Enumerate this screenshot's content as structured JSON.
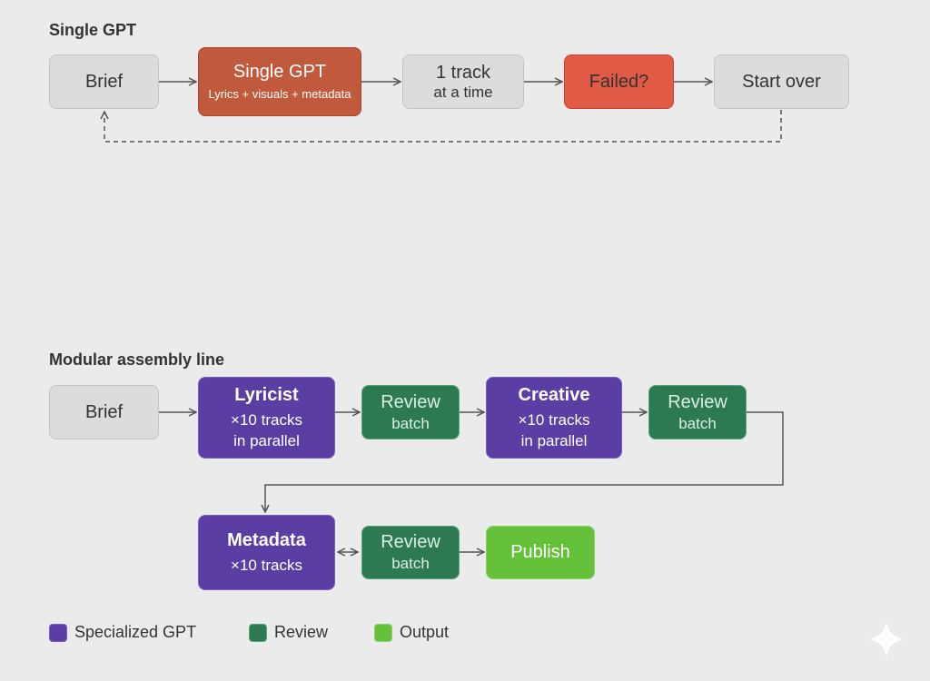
{
  "sections": {
    "single": {
      "title": "Single GPT"
    },
    "modular": {
      "title": "Modular assembly line"
    }
  },
  "single": {
    "brief": {
      "label": "Brief"
    },
    "gpt": {
      "label": "Single GPT",
      "sub": "Lyrics + visuals + metadata"
    },
    "track": {
      "line1": "1 track",
      "line2": "at a time"
    },
    "failed": {
      "label": "Failed?"
    },
    "start_over": {
      "label": "Start over"
    }
  },
  "modular": {
    "brief": {
      "label": "Brief"
    },
    "lyricist": {
      "label": "Lyricist",
      "line1": "×10 tracks",
      "line2": "in parallel"
    },
    "review1": {
      "label": "Review",
      "sub": "batch"
    },
    "creative": {
      "label": "Creative",
      "line1": "×10 tracks",
      "line2": "in parallel"
    },
    "review2": {
      "label": "Review",
      "sub": "batch"
    },
    "metadata": {
      "label": "Metadata",
      "line1": "×10 tracks"
    },
    "review3": {
      "label": "Review",
      "sub": "batch"
    },
    "publish": {
      "label": "Publish"
    }
  },
  "legend": [
    {
      "label": "Specialized GPT",
      "color": "#5a3ea3"
    },
    {
      "label": "Review",
      "color": "#2d7a52"
    },
    {
      "label": "Output",
      "color": "#66c13a"
    }
  ],
  "colors": {
    "gray": "#dcdcdc",
    "orange": "#c1593d",
    "red": "#e15a45",
    "purple": "#5a3ea3",
    "green": "#2d7a52",
    "lime": "#66c13a",
    "arrow": "#555555"
  }
}
